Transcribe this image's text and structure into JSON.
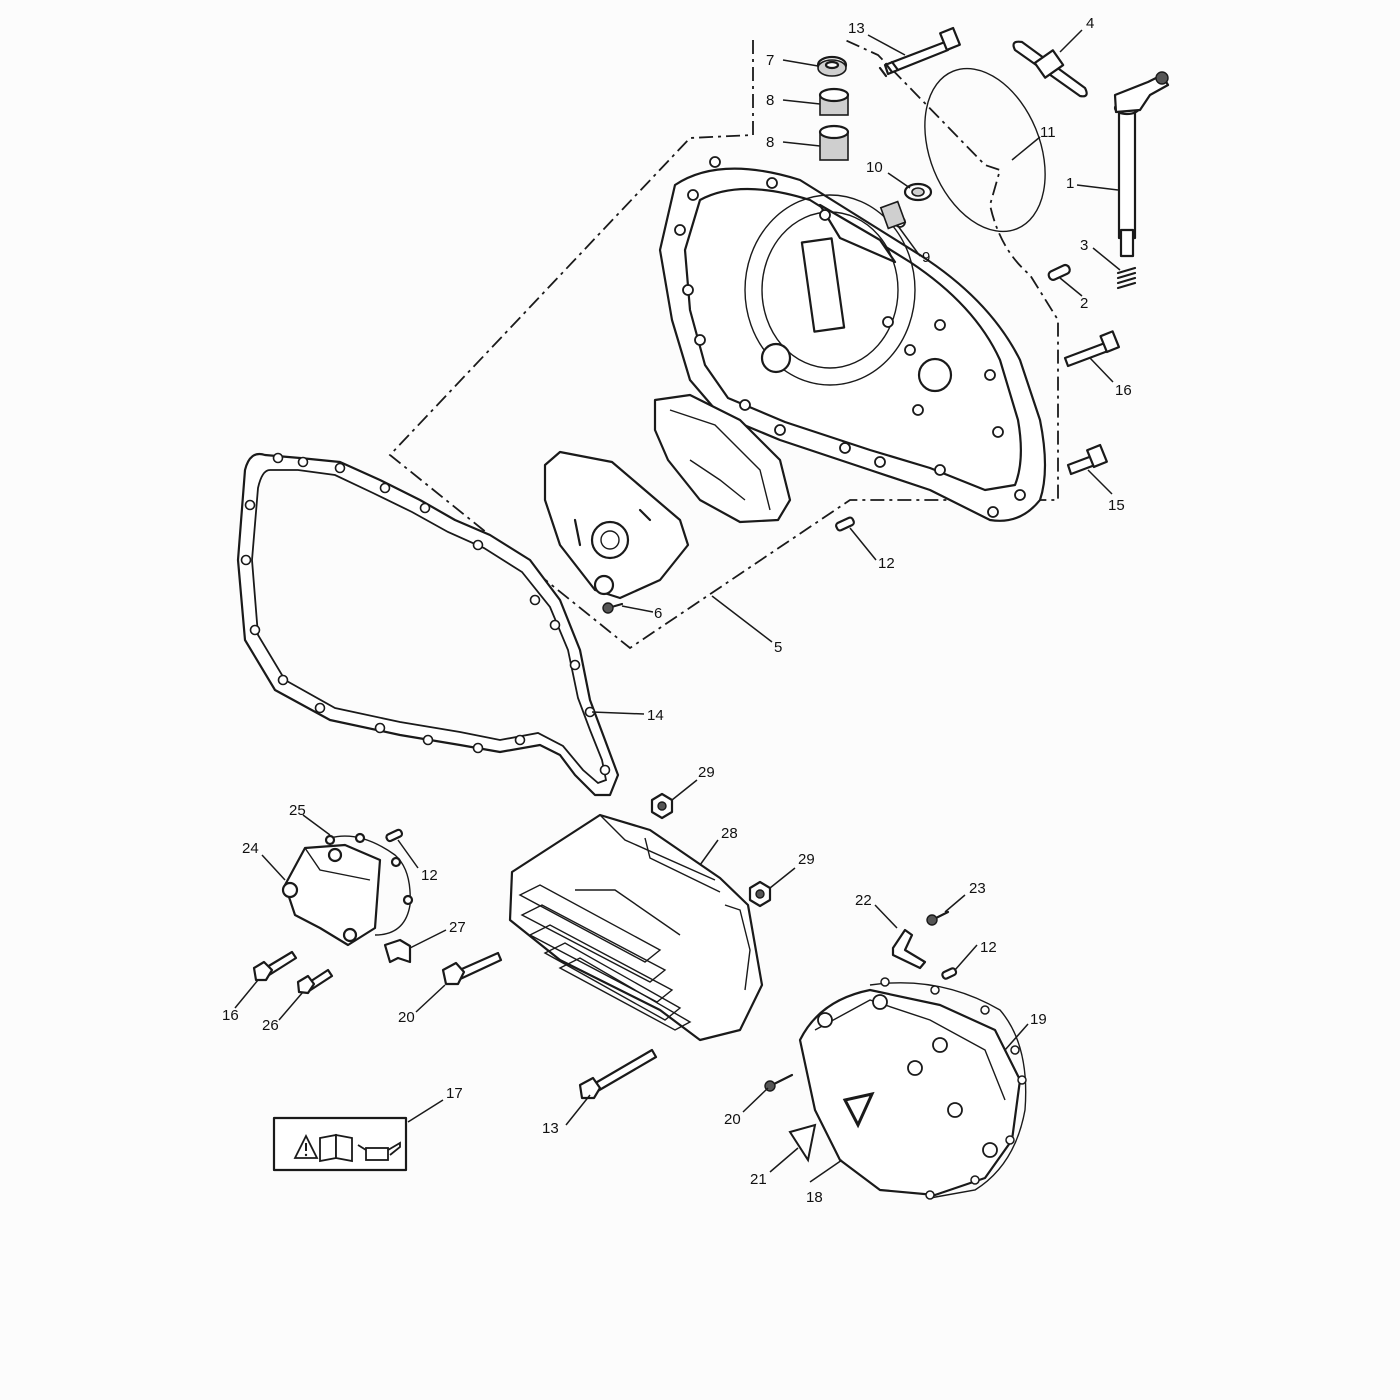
{
  "diagram": {
    "type": "exploded parts diagram",
    "callouts": [
      {
        "id": "c1",
        "text": "1"
      },
      {
        "id": "c2",
        "text": "2"
      },
      {
        "id": "c3",
        "text": "3"
      },
      {
        "id": "c4",
        "text": "4"
      },
      {
        "id": "c5",
        "text": "5"
      },
      {
        "id": "c6",
        "text": "6"
      },
      {
        "id": "c7",
        "text": "7"
      },
      {
        "id": "c8a",
        "text": "8"
      },
      {
        "id": "c8b",
        "text": "8"
      },
      {
        "id": "c9",
        "text": "9"
      },
      {
        "id": "c10",
        "text": "10"
      },
      {
        "id": "c11",
        "text": "11"
      },
      {
        "id": "c12a",
        "text": "12"
      },
      {
        "id": "c12b",
        "text": "12"
      },
      {
        "id": "c12c",
        "text": "12"
      },
      {
        "id": "c13a",
        "text": "13"
      },
      {
        "id": "c13b",
        "text": "13"
      },
      {
        "id": "c14",
        "text": "14"
      },
      {
        "id": "c15",
        "text": "15"
      },
      {
        "id": "c16a",
        "text": "16"
      },
      {
        "id": "c16b",
        "text": "16"
      },
      {
        "id": "c17",
        "text": "17"
      },
      {
        "id": "c18",
        "text": "18"
      },
      {
        "id": "c19",
        "text": "19"
      },
      {
        "id": "c20a",
        "text": "20"
      },
      {
        "id": "c20b",
        "text": "20"
      },
      {
        "id": "c21",
        "text": "21"
      },
      {
        "id": "c22",
        "text": "22"
      },
      {
        "id": "c23",
        "text": "23"
      },
      {
        "id": "c24",
        "text": "24"
      },
      {
        "id": "c25",
        "text": "25"
      },
      {
        "id": "c26",
        "text": "26"
      },
      {
        "id": "c27",
        "text": "27"
      },
      {
        "id": "c28",
        "text": "28"
      },
      {
        "id": "c29a",
        "text": "29"
      },
      {
        "id": "c29b",
        "text": "29"
      }
    ],
    "warning_label_icons": [
      "warning-triangle-icon",
      "manual-book-icon",
      "oil-can-icon"
    ]
  }
}
